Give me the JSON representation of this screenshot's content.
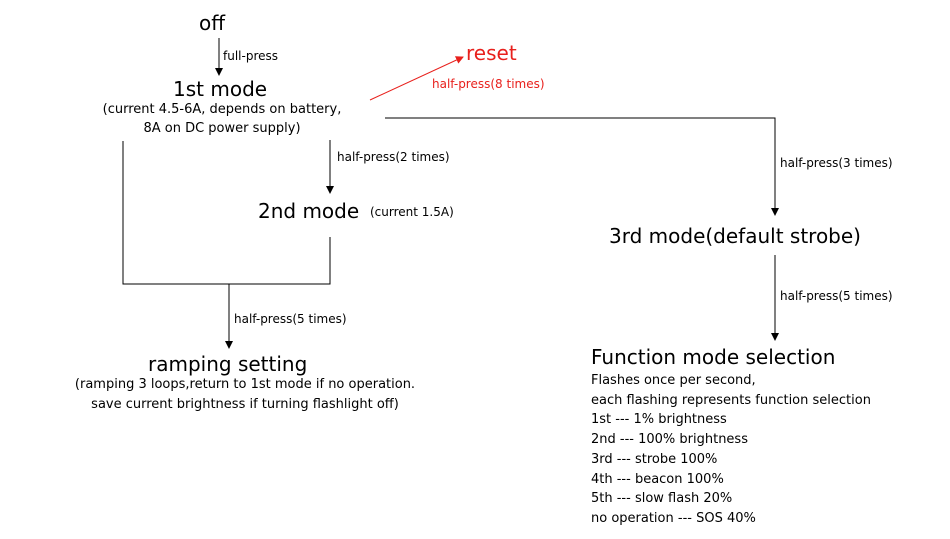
{
  "nodes": {
    "off": "off",
    "full_press": "full-press",
    "mode1_title": "1st mode",
    "mode1_sub1": "(current 4.5-6A, depends on battery,",
    "mode1_sub2": "8A on DC power supply)",
    "reset": "reset",
    "reset_edge": "half-press(8 times)",
    "half2": "half-press(2 times)",
    "mode2_title": "2nd mode",
    "mode2_sub": "(current 1.5A)",
    "half3": "half-press(3 times)",
    "mode3_title": "3rd mode(default strobe)",
    "half5_left": "half-press(5 times)",
    "half5_right": "half-press(5 times)",
    "ramp_title": "ramping setting",
    "ramp_sub1": "(ramping 3 loops,return to 1st mode if no  operation.",
    "ramp_sub2": "save current brightness if turning flashlight off)",
    "func_title": "Function mode selection",
    "func_lines": [
      "Flashes once per second,",
      "each flashing represents function selection",
      "1st --- 1% brightness",
      "2nd ---  100% brightness",
      "3rd --- strobe 100%",
      "4th --- beacon 100%",
      "5th --- slow flash 20%",
      "no operation --- SOS 40%"
    ]
  },
  "colors": {
    "line": "#000000",
    "accent": "#e8201c"
  }
}
